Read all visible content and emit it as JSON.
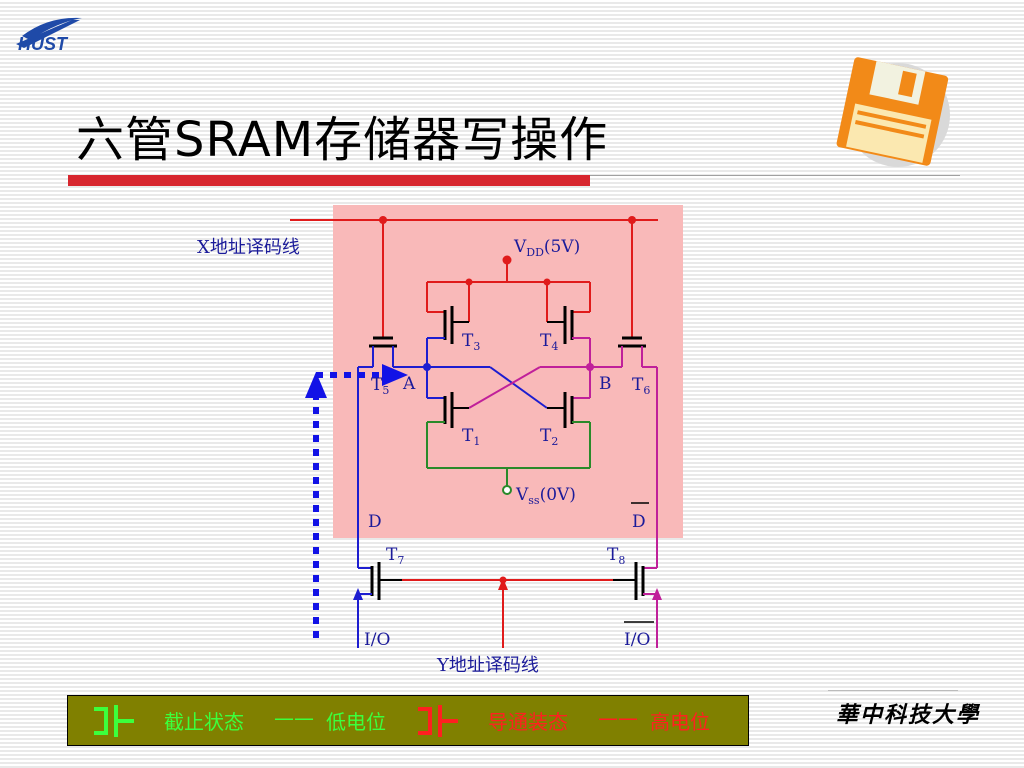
{
  "slide": {
    "title": "六管SRAM存储器写操作",
    "logo_text": "HUST",
    "school": "華中科技大學"
  },
  "circuit": {
    "x_decoder_label": "X地址译码线",
    "y_decoder_label": "Y地址译码线",
    "vdd_label": "V",
    "vdd_sub": "DD",
    "vdd_value": "(5V)",
    "vss_label": "V",
    "vss_sub": "ss",
    "vss_value": "(0V)",
    "node_a": "A",
    "node_b": "B",
    "data_d": "D",
    "data_d_bar": "D",
    "io_left": "I/O",
    "io_right": "I/O",
    "transistors": [
      {
        "name": "T",
        "sub": "1"
      },
      {
        "name": "T",
        "sub": "2"
      },
      {
        "name": "T",
        "sub": "3"
      },
      {
        "name": "T",
        "sub": "4"
      },
      {
        "name": "T",
        "sub": "5"
      },
      {
        "name": "T",
        "sub": "6"
      },
      {
        "name": "T",
        "sub": "7"
      },
      {
        "name": "T",
        "sub": "8"
      }
    ],
    "colors": {
      "highlight": "#f9b9b9",
      "red_wire": "#e01b1b",
      "blue_wire": "#1d1dd0",
      "magenta_wire": "#c0209a",
      "green_wire": "#2a8a2a",
      "arrow_blue": "#1212e6",
      "label_blue": "#1b1b9a"
    }
  },
  "legend": {
    "off_state": "截止状态",
    "off_dash": "——",
    "off_level": "低电位",
    "on_state": "导通装态",
    "on_dash": "——",
    "on_level": "高电位",
    "off_icon": "transistor-off-icon",
    "on_icon": "transistor-on-icon",
    "bg_color": "#808000"
  }
}
